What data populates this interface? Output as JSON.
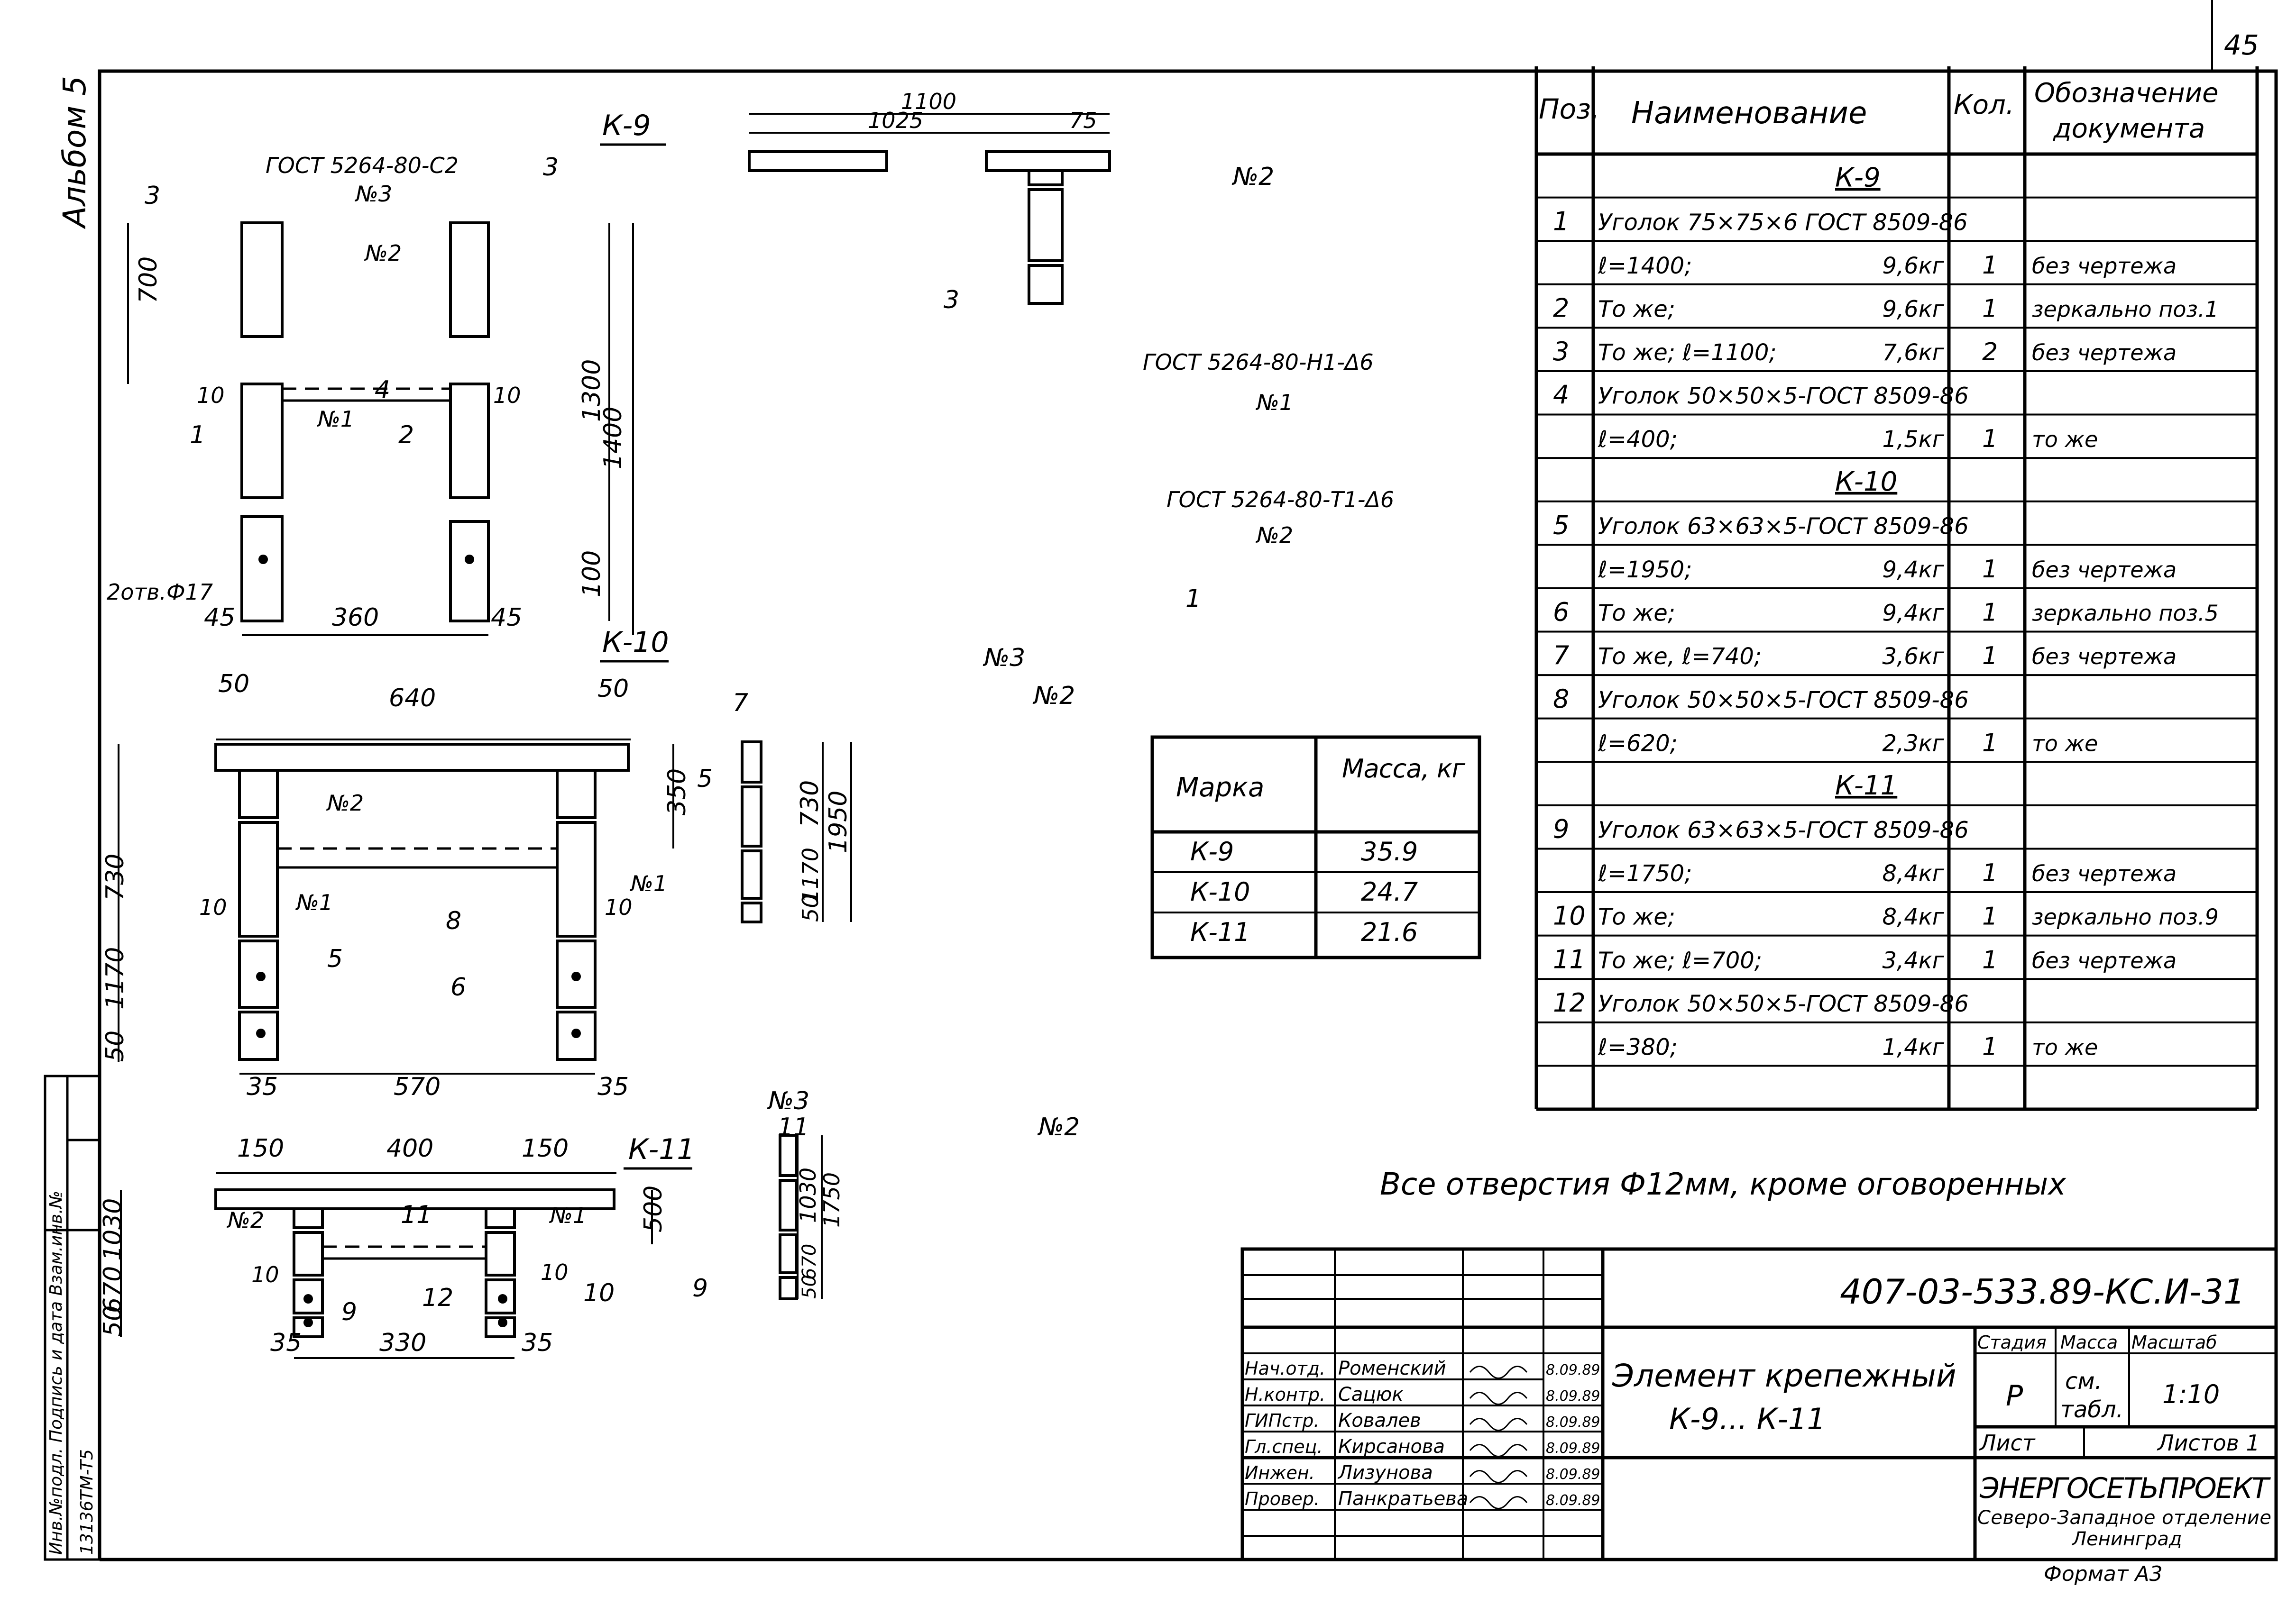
{
  "sheet": {
    "page_number": "45",
    "album": "Альбом 5",
    "format": "Формат А3",
    "side_stamp": {
      "top": "Инв.№подл. Подпись и дата Взам.инв.№",
      "bottom": "13136TM-T5"
    }
  },
  "drawings": {
    "k9": {
      "title": "К-9",
      "callouts": [
        "3",
        "3",
        "ГОСТ 5264-80-С2",
        "№3",
        "№2",
        "№1",
        "4",
        "1",
        "2",
        "10",
        "10",
        "2отв.Ф17"
      ],
      "dims": {
        "d700": "700",
        "d1300": "1300",
        "d1400": "1400",
        "d100": "100",
        "d45a": "45",
        "d360": "360",
        "d45b": "45"
      }
    },
    "k9_side": {
      "dims": {
        "d1100": "1100",
        "d1025": "1025",
        "d75": "75"
      },
      "callouts": {
        "n2": "№2",
        "pos3": "3",
        "weld1": "ГОСТ 5264-80-Н1-Δ6",
        "weld1_n": "№1",
        "weld2": "ГОСТ 5264-80-Т1-Δ6",
        "weld2_n": "№2",
        "pos1": "1"
      }
    },
    "k10": {
      "title": "К-10",
      "dims": {
        "d50a": "50",
        "d640": "640",
        "d50b": "50",
        "d350": "350",
        "d730": "730",
        "d1170": "1170",
        "d50c": "50",
        "d35a": "35",
        "d570": "570",
        "d35b": "35",
        "d10a": "10",
        "d10b": "10"
      },
      "callouts": {
        "pos7": "7",
        "n2": "№2",
        "n1a": "№1",
        "n1b": "№1",
        "pos8": "8",
        "pos5": "5",
        "pos6": "6"
      }
    },
    "k10_side": {
      "dims": {
        "d730": "730",
        "d1950": "1950",
        "d1170": "1170",
        "d50": "50"
      },
      "callouts": {
        "n3": "№3",
        "n2": "№2",
        "pos5": "5"
      }
    },
    "k11": {
      "title": "К-11",
      "dims": {
        "d150a": "150",
        "d400": "400",
        "d150b": "150",
        "d500": "500",
        "d1030": "1030",
        "d670": "670",
        "d50": "50",
        "d35a": "35",
        "d330": "330",
        "d35b": "35",
        "d10a": "10",
        "d10b": "10"
      },
      "callouts": {
        "n2": "№2",
        "pos11": "11",
        "n1": "№1",
        "pos12": "12",
        "pos9": "9",
        "pos10": "10"
      }
    },
    "k11_side": {
      "dims": {
        "d1030": "1030",
        "d1750": "1750",
        "d670": "670",
        "d50": "50"
      },
      "callouts": {
        "n3": "№3",
        "pos11": "11",
        "n2": "№2",
        "pos9": "9"
      }
    }
  },
  "mass_table": {
    "headers": [
      "Марка",
      "Масса, кг"
    ],
    "rows": [
      {
        "mark": "К-9",
        "mass": "35.9"
      },
      {
        "mark": "К-10",
        "mass": "24.7"
      },
      {
        "mark": "К-11",
        "mass": "21.6"
      }
    ]
  },
  "spec_table": {
    "headers": {
      "pos": "Поз.",
      "name": "Наименование",
      "qty": "Кол.",
      "doc": "Обозначение документа"
    },
    "rows": [
      {
        "pos": "",
        "name": "К-9",
        "weight": "",
        "qty": "",
        "doc": "",
        "section": true
      },
      {
        "pos": "1",
        "name": "Уголок 75×75×6 ГОСТ 8509-86",
        "weight": "",
        "qty": "",
        "doc": ""
      },
      {
        "pos": "",
        "name": "ℓ=1400;",
        "weight": "9,6кг",
        "qty": "1",
        "doc": "без чертежа"
      },
      {
        "pos": "2",
        "name": "То же;",
        "weight": "9,6кг",
        "qty": "1",
        "doc": "зеркально поз.1"
      },
      {
        "pos": "3",
        "name": "То же; ℓ=1100;",
        "weight": "7,6кг",
        "qty": "2",
        "doc": "без чертежа"
      },
      {
        "pos": "4",
        "name": "Уголок 50×50×5-ГОСТ 8509-86",
        "weight": "",
        "qty": "",
        "doc": ""
      },
      {
        "pos": "",
        "name": "ℓ=400;",
        "weight": "1,5кг",
        "qty": "1",
        "doc": "то же"
      },
      {
        "pos": "",
        "name": "К-10",
        "weight": "",
        "qty": "",
        "doc": "",
        "section": true
      },
      {
        "pos": "5",
        "name": "Уголок 63×63×5-ГОСТ 8509-86",
        "weight": "",
        "qty": "",
        "doc": ""
      },
      {
        "pos": "",
        "name": "ℓ=1950;",
        "weight": "9,4кг",
        "qty": "1",
        "doc": "без чертежа"
      },
      {
        "pos": "6",
        "name": "То же;",
        "weight": "9,4кг",
        "qty": "1",
        "doc": "зеркально поз.5"
      },
      {
        "pos": "7",
        "name": "То же, ℓ=740;",
        "weight": "3,6кг",
        "qty": "1",
        "doc": "без чертежа"
      },
      {
        "pos": "8",
        "name": "Уголок 50×50×5-ГОСТ 8509-86",
        "weight": "",
        "qty": "",
        "doc": ""
      },
      {
        "pos": "",
        "name": "ℓ=620;",
        "weight": "2,3кг",
        "qty": "1",
        "doc": "то же"
      },
      {
        "pos": "",
        "name": "К-11",
        "weight": "",
        "qty": "",
        "doc": "",
        "section": true
      },
      {
        "pos": "9",
        "name": "Уголок 63×63×5-ГОСТ 8509-86",
        "weight": "",
        "qty": "",
        "doc": ""
      },
      {
        "pos": "",
        "name": "ℓ=1750;",
        "weight": "8,4кг",
        "qty": "1",
        "doc": "без чертежа"
      },
      {
        "pos": "10",
        "name": "То же;",
        "weight": "8,4кг",
        "qty": "1",
        "doc": "зеркально поз.9"
      },
      {
        "pos": "11",
        "name": "То же; ℓ=700;",
        "weight": "3,4кг",
        "qty": "1",
        "doc": "без чертежа"
      },
      {
        "pos": "12",
        "name": "Уголок 50×50×5-ГОСТ 8509-86",
        "weight": "",
        "qty": "",
        "doc": ""
      },
      {
        "pos": "",
        "name": "ℓ=380;",
        "weight": "1,4кг",
        "qty": "1",
        "doc": "то же"
      },
      {
        "pos": "",
        "name": "",
        "weight": "",
        "qty": "",
        "doc": ""
      }
    ]
  },
  "note": "Все отверстия Ф12мм, кроме оговоренных",
  "title_block": {
    "code": "407-03-533.89-КС.И-31",
    "title_line1": "Элемент крепежный",
    "title_line2": "К-9... К-11",
    "stage_label": "Стадия",
    "mass_label": "Масса",
    "scale_label": "Масштаб",
    "stage": "Р",
    "mass": "см. табл.",
    "scale": "1:10",
    "sheet_label": "Лист",
    "sheets_label": "Листов 1",
    "org_name": "ЭНЕРГОСЕТЬПРОЕКТ",
    "org_branch": "Северо-Западное отделение",
    "org_city": "Ленинград",
    "signatures": [
      {
        "role": "Нач.отд.",
        "name": "Роменский",
        "date": "8.09.89"
      },
      {
        "role": "Н.контр.",
        "name": "Сацюк",
        "date": "8.09.89"
      },
      {
        "role": "ГИПстр.",
        "name": "Ковалев",
        "date": "8.09.89"
      },
      {
        "role": "Гл.спец.",
        "name": "Кирсанова",
        "date": "8.09.89"
      },
      {
        "role": "Инжен.",
        "name": "Лизунова",
        "date": "8.09.89"
      },
      {
        "role": "Провер.",
        "name": "Панкратьева",
        "date": "8.09.89"
      }
    ]
  }
}
